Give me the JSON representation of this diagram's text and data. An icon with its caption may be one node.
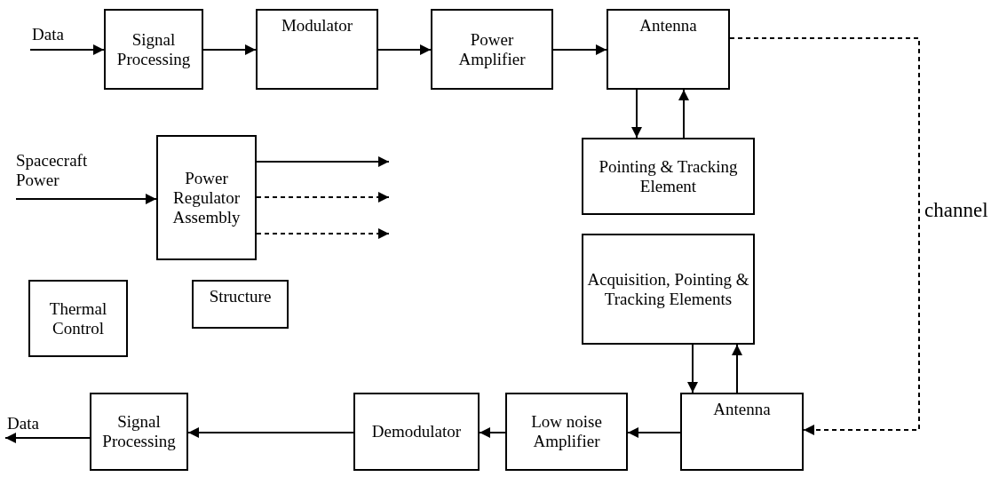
{
  "diagram": {
    "nodes": [
      {
        "text": [
          "Data"
        ]
      },
      {
        "text": [
          "Signal Processing"
        ]
      },
      {
        "text": [
          "Modulator"
        ]
      },
      {
        "text": [
          "Power Amplifier"
        ]
      },
      {
        "text": [
          "Antenna"
        ]
      },
      {
        "text": [
          "Spacecraft Power"
        ]
      },
      {
        "text": [
          "Power Regulator Assembly"
        ]
      },
      {
        "text": [
          "Pointing & Tracking Element"
        ]
      },
      {
        "text": [
          "Thermal Control"
        ]
      },
      {
        "text": [
          "Structure"
        ]
      },
      {
        "text": [
          "Acquisition, Pointing & Tracking Elements"
        ]
      },
      {
        "text": [
          "Data"
        ]
      },
      {
        "text": [
          "Signal Processing"
        ]
      },
      {
        "text": [
          "Demodulator"
        ]
      },
      {
        "text": [
          "Low noise Amplifier"
        ]
      },
      {
        "text": [
          "Antenna"
        ]
      }
    ],
    "edges": [
      {
        "from": 0,
        "to": 1,
        "arrow": "to"
      },
      {
        "from": 1,
        "to": 2,
        "arrow": "to"
      },
      {
        "from": 2,
        "to": 3,
        "arrow": "to"
      },
      {
        "from": 3,
        "to": 4,
        "arrow": "to"
      },
      {
        "from": 4,
        "to": 7,
        "arrow": "to"
      },
      {
        "from": 7,
        "to": 4,
        "arrow": "to"
      },
      {
        "from": 5,
        "to": 6,
        "arrow": "to"
      },
      {
        "from": 6,
        "to": null,
        "arrow": "to"
      },
      {
        "from": 6,
        "to": null,
        "arrow": "to",
        "style": "dashed"
      },
      {
        "from": 6,
        "to": null,
        "arrow": "to",
        "style": "dashed"
      },
      {
        "from": 4,
        "to": 15,
        "arrow": "to",
        "style": "dashed",
        "label": "channel"
      },
      {
        "from": 10,
        "to": 15,
        "arrow": "to"
      },
      {
        "from": 15,
        "to": 10,
        "arrow": "to"
      },
      {
        "from": 15,
        "to": 14,
        "arrow": "to"
      },
      {
        "from": 14,
        "to": 13,
        "arrow": "to"
      },
      {
        "from": 13,
        "to": 12,
        "arrow": "to"
      },
      {
        "from": 12,
        "to": 11,
        "arrow": "to"
      }
    ]
  }
}
